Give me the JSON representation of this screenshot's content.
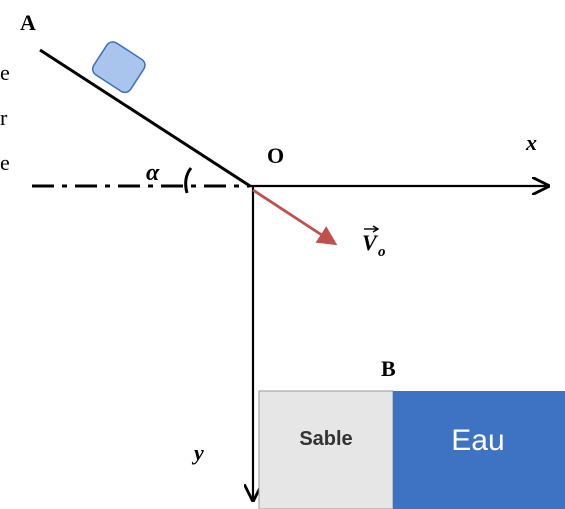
{
  "labels": {
    "point_a": "A",
    "point_o": "O",
    "point_b": "B",
    "axis_x": "x",
    "axis_y": "y",
    "angle": "α",
    "velocity": "V",
    "velocity_subscript": "o"
  },
  "regions": {
    "sand": {
      "label": "Sable",
      "color": "#e6e6e6",
      "text_color": "#333333"
    },
    "water": {
      "label": "Eau",
      "color": "#3d73c2",
      "text_color": "#ffffff"
    }
  },
  "partial_text": [
    "e",
    "r",
    "e"
  ],
  "colors": {
    "block_fill": "#a9c5ee",
    "block_stroke": "#3e6fb9",
    "velocity_arrow": "#c0504d",
    "ink": "#000000"
  },
  "icons": {
    "block": "sliding-block-icon",
    "vector_arrow": "vector-arrow-icon"
  }
}
